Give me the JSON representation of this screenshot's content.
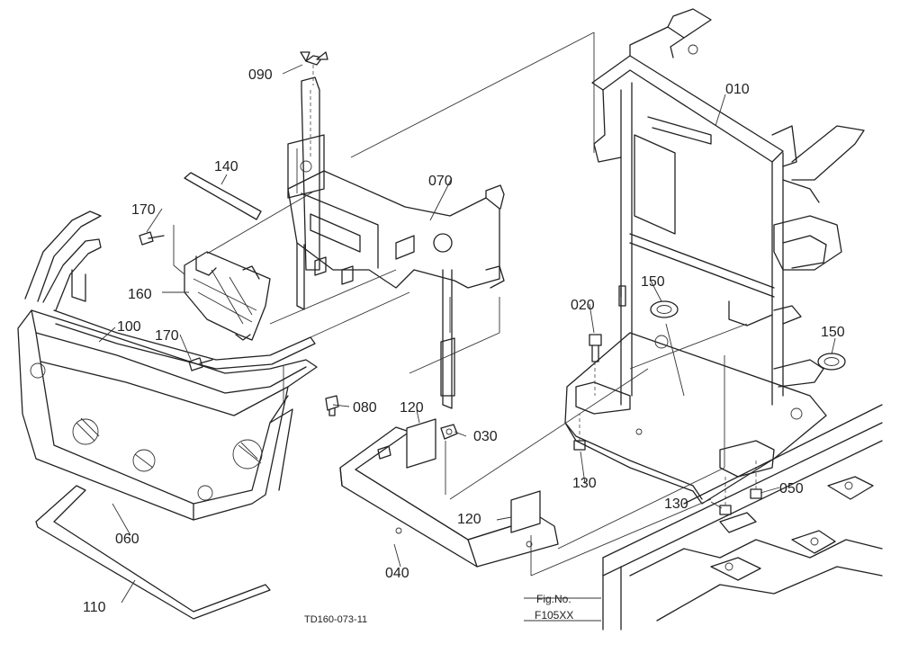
{
  "callouts": [
    {
      "id": "p010",
      "text": "010"
    },
    {
      "id": "p020",
      "text": "020"
    },
    {
      "id": "p030",
      "text": "030"
    },
    {
      "id": "p040",
      "text": "040"
    },
    {
      "id": "p050",
      "text": "050"
    },
    {
      "id": "p060",
      "text": "060"
    },
    {
      "id": "p070",
      "text": "070"
    },
    {
      "id": "p080",
      "text": "080"
    },
    {
      "id": "p090",
      "text": "090"
    },
    {
      "id": "p100",
      "text": "100"
    },
    {
      "id": "p110",
      "text": "110"
    },
    {
      "id": "p120a",
      "text": "120"
    },
    {
      "id": "p120b",
      "text": "120"
    },
    {
      "id": "p130a",
      "text": "130"
    },
    {
      "id": "p130b",
      "text": "130"
    },
    {
      "id": "p140",
      "text": "140"
    },
    {
      "id": "p150a",
      "text": "150"
    },
    {
      "id": "p150b",
      "text": "150"
    },
    {
      "id": "p160",
      "text": "160"
    },
    {
      "id": "p170a",
      "text": "170"
    },
    {
      "id": "p170b",
      "text": "170"
    }
  ],
  "figure_ref": {
    "line1": "Fig.No.",
    "line2": "F105XX"
  },
  "drawing_code": "TD160-073-11"
}
